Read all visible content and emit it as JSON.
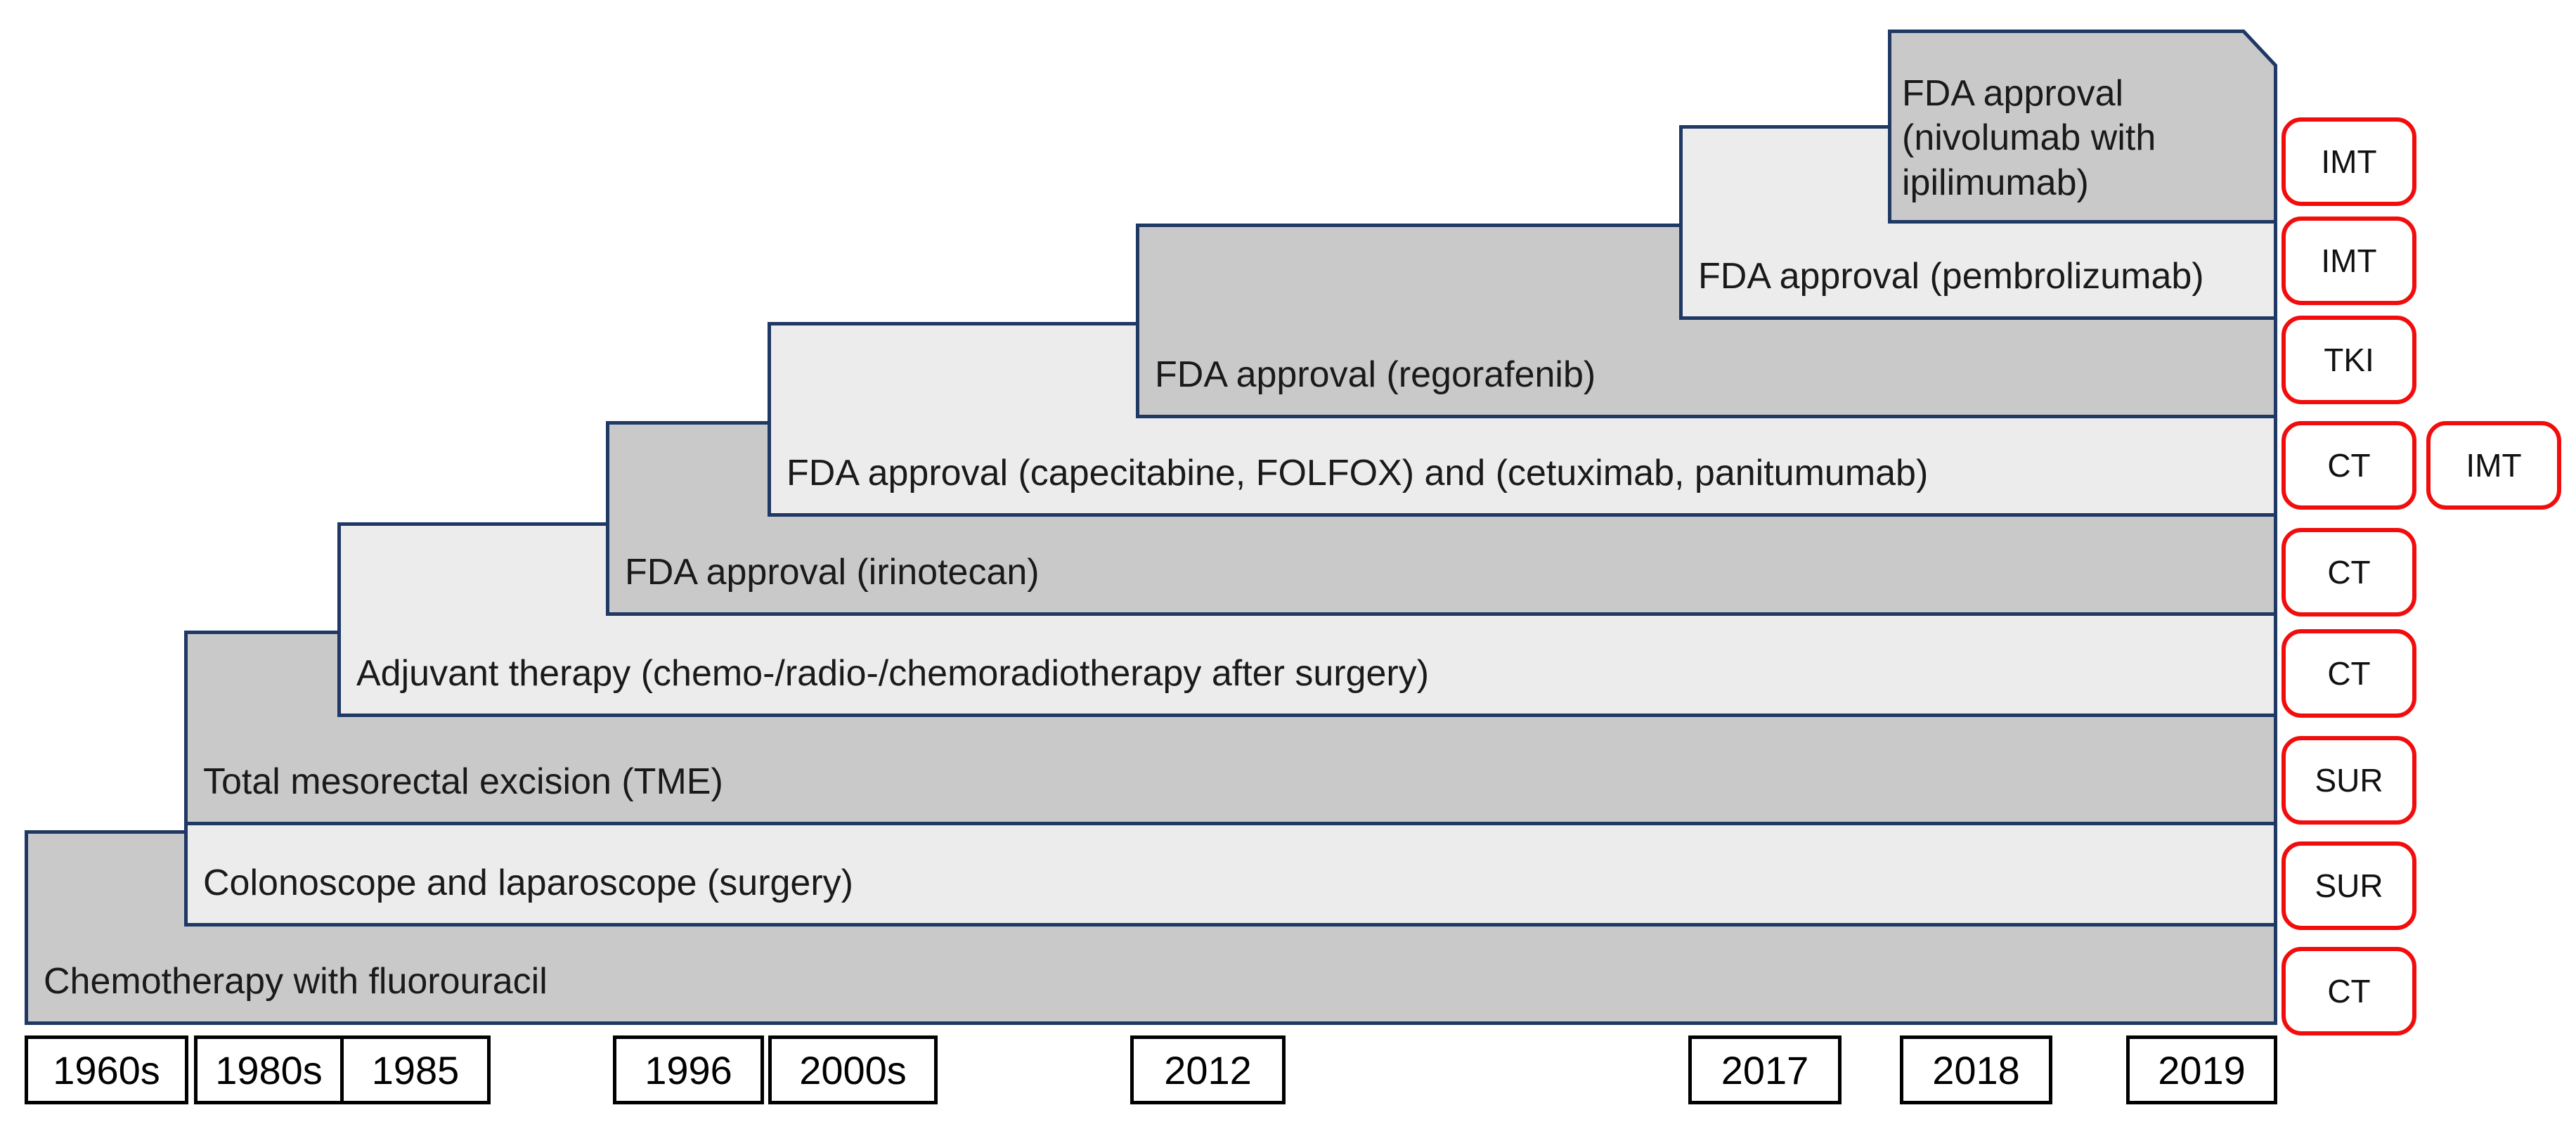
{
  "palette": {
    "card_dark": "#c9c9c9",
    "card_light": "#ececec",
    "border_navy": "#1f3864",
    "badge_red": "#f20d0d",
    "box_black": "#000000"
  },
  "rows": [
    {
      "label": "FDA approval (nivolumab with ipilimumab)",
      "badges": [
        "IMT"
      ]
    },
    {
      "label": "FDA approval (pembrolizumab)",
      "badges": [
        "IMT"
      ]
    },
    {
      "label": "FDA approval (regorafenib)",
      "badges": [
        "TKI"
      ]
    },
    {
      "label": "FDA approval (capecitabine, FOLFOX) and (cetuximab, panitumumab)",
      "badges": [
        "CT",
        "IMT"
      ]
    },
    {
      "label": "FDA approval (irinotecan)",
      "badges": [
        "CT"
      ]
    },
    {
      "label": "Adjuvant therapy (chemo-/radio-/chemoradiotherapy after surgery)",
      "badges": [
        "CT"
      ]
    },
    {
      "label": "Total mesorectal excision (TME)",
      "badges": [
        "SUR"
      ]
    },
    {
      "label": "Colonoscope and laparoscope (surgery)",
      "badges": [
        "SUR"
      ]
    },
    {
      "label": "Chemotherapy with fluorouracil",
      "badges": [
        "CT"
      ]
    }
  ],
  "years": [
    "1960s",
    "1980s",
    "1985",
    "1996",
    "2000s",
    "2012",
    "2017",
    "2018",
    "2019"
  ]
}
